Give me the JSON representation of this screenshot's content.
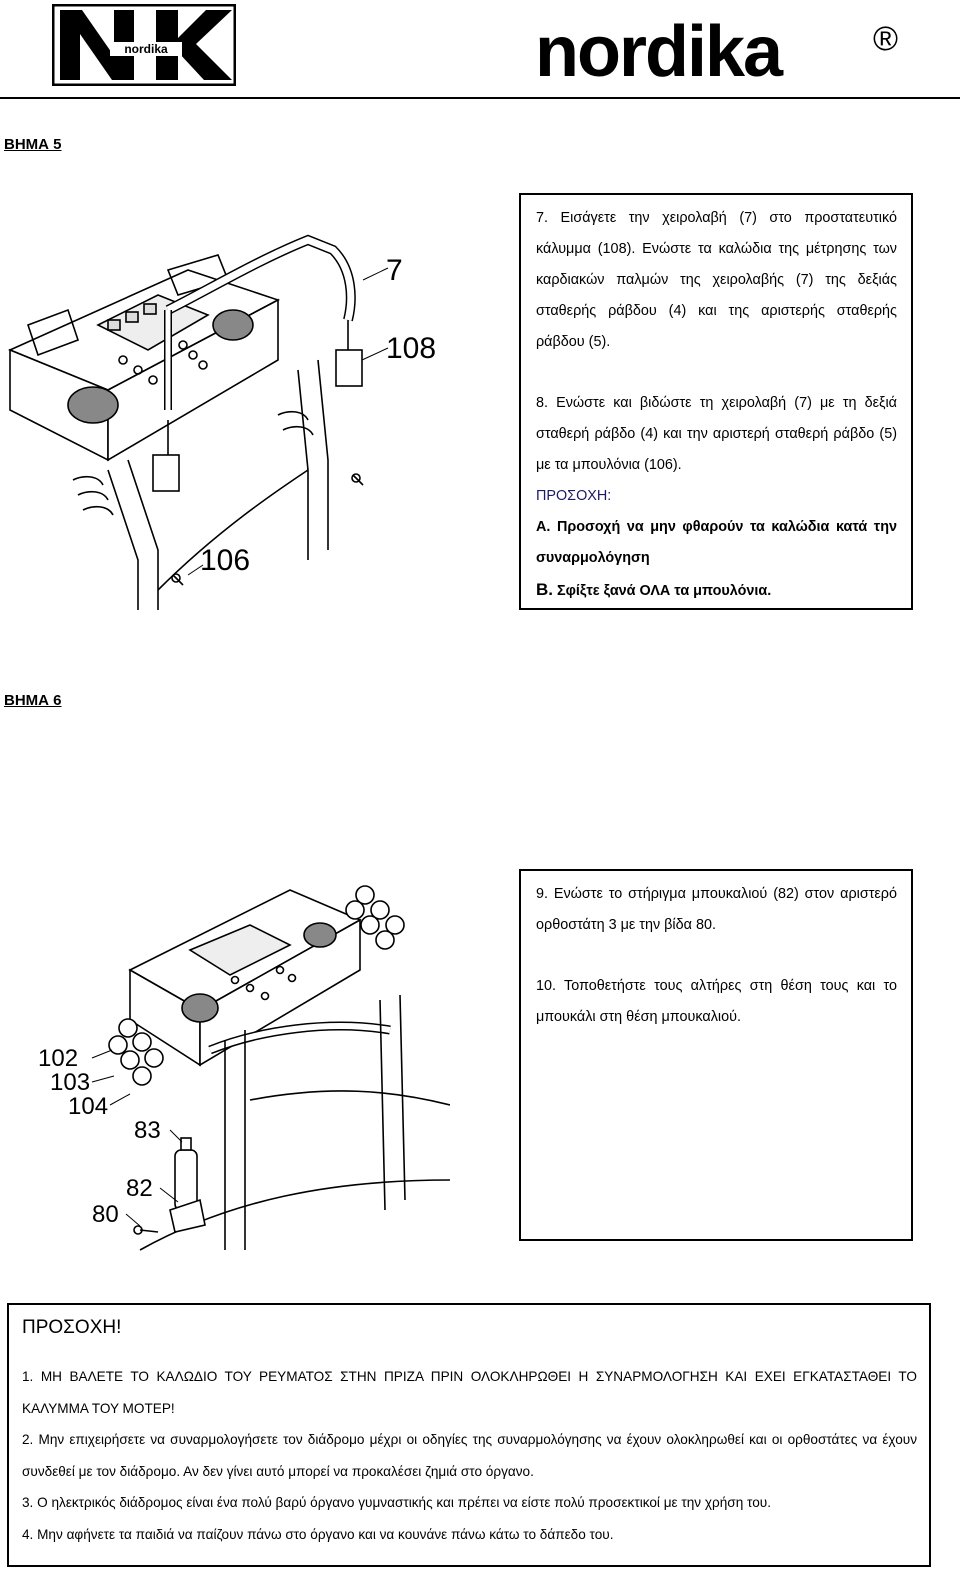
{
  "header": {
    "logo_small_text": "nordika",
    "logo_big_text": "nordika",
    "logo_mark": "®"
  },
  "step5": {
    "title": "ΒΗΜΑ 5",
    "callouts": [
      "7",
      "108",
      "106"
    ],
    "paragraphs": [
      "7. Εισάγετε την χειρολαβή (7) στο προστατευτικό κάλυμμα (108). Ενώστε τα καλώδια της μέτρησης των καρδιακών παλμών της χειρολαβής (7) της δεξιάς σταθερής ράβδου (4) και της αριστερής σταθερής ράβδου (5).",
      "8. Ενώστε και βιδώστε τη χειρολαβή (7) με τη δεξιά σταθερή ράβδο (4) και την αριστερή σταθερή ράβδο (5) με τα μπουλόνια (106).",
      "ΠΡΟΣΟΧΗ:",
      "Α. Προσοχή να μην φθαρούν τα καλώδια κατά την συναρμολόγηση",
      "Β.",
      "Σφίξτε ξανά ΟΛΑ τα μπουλόνια."
    ]
  },
  "step6": {
    "title": "ΒΗΜΑ 6",
    "callouts": [
      "102",
      "103",
      "104",
      "83",
      "82",
      "80"
    ],
    "paragraphs": [
      "9. Ενώστε το στήριγμα μπουκαλιού (82) στον αριστερό ορθοστάτη 3 με την βίδα 80.",
      "10. Τοποθετήστε τους αλτήρες στη θέση τους και το μπουκάλι στη θέση μπουκαλιού."
    ]
  },
  "warning": {
    "title": "ΠΡΟΣΟΧΗ!",
    "items": [
      "1. ΜΗ ΒΑΛΕΤΕ ΤΟ ΚΑΛΩΔΙΟ ΤΟΥ ΡΕΥΜΑΤΟΣ ΣΤΗΝ ΠΡΙΖΑ ΠΡΙΝ ΟΛΟΚΛΗΡΩΘΕΙ Η ΣΥΝΑΡΜΟΛΟΓΗΣΗ ΚΑΙ ΕΧΕΙ ΕΓΚΑΤΑΣΤΑΘΕΙ ΤΟ ΚΑΛΥΜΜΑ ΤΟΥ ΜΟΤΕΡ!",
      "2. Μην επιχειρήσετε να συναρμολογήσετε τον διάδρομο μέχρι οι οδηγίες της συναρμολόγησης να έχουν ολοκληρωθεί και οι ορθοστάτες να έχουν συνδεθεί με τον διάδρομο. Αν δεν γίνει αυτό μπορεί να προκαλέσει ζημιά στο όργανο.",
      "3. Ο ηλεκτρικός διάδρομος είναι ένα πολύ βαρύ όργανο γυμναστικής και πρέπει να είστε πολύ προσεκτικοί με την χρήση του.",
      "4. Μην αφήνετε τα παιδιά να παίζουν πάνω στο όργανο και να κουνάνε πάνω κάτω το δάπεδο του."
    ]
  }
}
